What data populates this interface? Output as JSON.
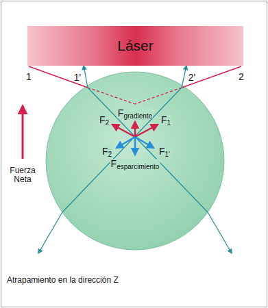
{
  "diagram": {
    "caption": "Atrapamiento en la dirección Z",
    "nodes": [
      {
        "text": [
          "Láser"
        ]
      }
    ],
    "labels": [
      "1",
      "1'",
      "2'",
      "2",
      "Fgradiente",
      "F2",
      "F1",
      "F2",
      "F1'",
      "Fesparcimiento",
      "Fuerza Neta"
    ]
  }
}
